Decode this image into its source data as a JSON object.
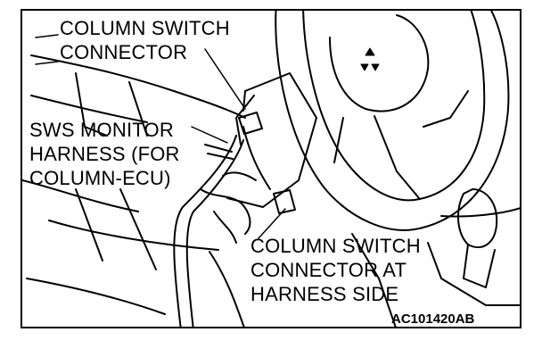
{
  "figure": {
    "callouts": {
      "column_switch_connector": [
        "COLUMN SWITCH",
        "CONNECTOR"
      ],
      "sws_monitor_harness": [
        "SWS MONITOR",
        "HARNESS (FOR",
        "COLUMN-ECU)"
      ],
      "column_switch_connector_harness_side": [
        "COLUMN SWITCH",
        "CONNECTOR AT",
        "HARNESS SIDE"
      ]
    },
    "figure_code": "AC101420AB"
  }
}
